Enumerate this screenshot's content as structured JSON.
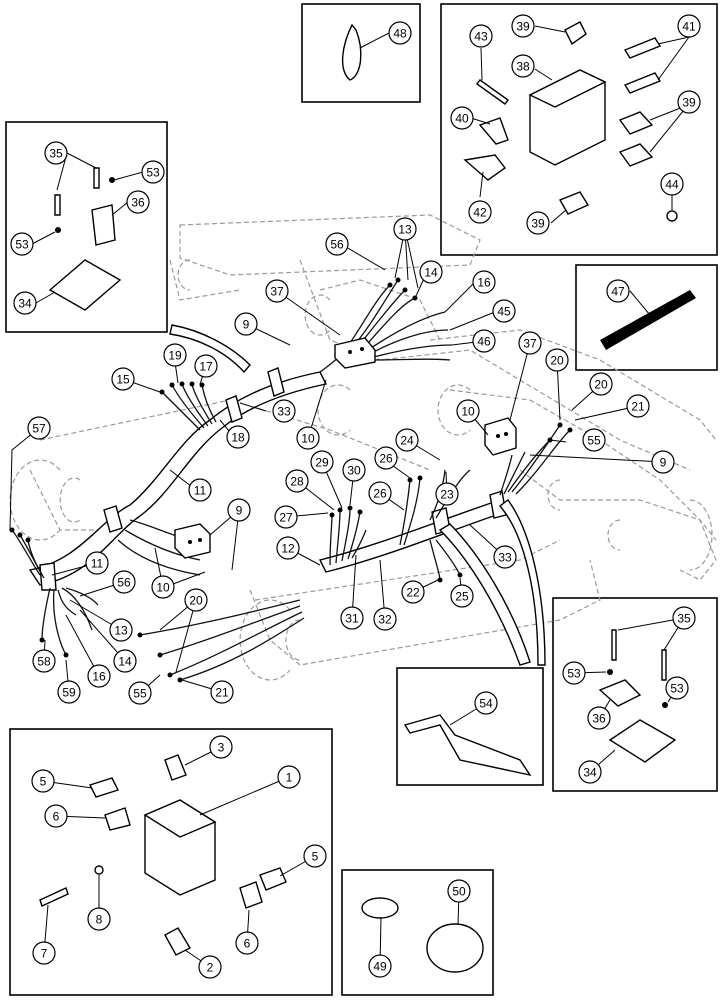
{
  "callouts": [
    {
      "id": "c48",
      "label": "48"
    },
    {
      "id": "c43",
      "label": "43"
    },
    {
      "id": "c39a",
      "label": "39"
    },
    {
      "id": "c41",
      "label": "41"
    },
    {
      "id": "c38",
      "label": "38"
    },
    {
      "id": "c40",
      "label": "40"
    },
    {
      "id": "c39b",
      "label": "39"
    },
    {
      "id": "c42",
      "label": "42"
    },
    {
      "id": "c39c",
      "label": "39"
    },
    {
      "id": "c44",
      "label": "44"
    },
    {
      "id": "c35a",
      "label": "35"
    },
    {
      "id": "c53a",
      "label": "53"
    },
    {
      "id": "c36a",
      "label": "36"
    },
    {
      "id": "c53b",
      "label": "53"
    },
    {
      "id": "c34a",
      "label": "34"
    },
    {
      "id": "c47",
      "label": "47"
    },
    {
      "id": "c56a",
      "label": "56"
    },
    {
      "id": "c13a",
      "label": "13"
    },
    {
      "id": "c14a",
      "label": "14"
    },
    {
      "id": "c16a",
      "label": "16"
    },
    {
      "id": "c45",
      "label": "45"
    },
    {
      "id": "c46",
      "label": "46"
    },
    {
      "id": "c37a",
      "label": "37"
    },
    {
      "id": "c9a",
      "label": "9"
    },
    {
      "id": "c10a",
      "label": "10"
    },
    {
      "id": "c33a",
      "label": "33"
    },
    {
      "id": "c18",
      "label": "18"
    },
    {
      "id": "c19",
      "label": "19"
    },
    {
      "id": "c17",
      "label": "17"
    },
    {
      "id": "c15",
      "label": "15"
    },
    {
      "id": "c57",
      "label": "57"
    },
    {
      "id": "c11a",
      "label": "11"
    },
    {
      "id": "c9b",
      "label": "9"
    },
    {
      "id": "c10b",
      "label": "10"
    },
    {
      "id": "c11b",
      "label": "11"
    },
    {
      "id": "c56b",
      "label": "56"
    },
    {
      "id": "c13b",
      "label": "13"
    },
    {
      "id": "c14b",
      "label": "14"
    },
    {
      "id": "c16b",
      "label": "16"
    },
    {
      "id": "c58",
      "label": "58"
    },
    {
      "id": "c59",
      "label": "59"
    },
    {
      "id": "c20a",
      "label": "20"
    },
    {
      "id": "c55a",
      "label": "55"
    },
    {
      "id": "c21a",
      "label": "21"
    },
    {
      "id": "c12",
      "label": "12"
    },
    {
      "id": "c27",
      "label": "27"
    },
    {
      "id": "c28",
      "label": "28"
    },
    {
      "id": "c29",
      "label": "29"
    },
    {
      "id": "c30",
      "label": "30"
    },
    {
      "id": "c31",
      "label": "31"
    },
    {
      "id": "c32",
      "label": "32"
    },
    {
      "id": "c26a",
      "label": "26"
    },
    {
      "id": "c26b",
      "label": "26"
    },
    {
      "id": "c22",
      "label": "22"
    },
    {
      "id": "c25",
      "label": "25"
    },
    {
      "id": "c23",
      "label": "23"
    },
    {
      "id": "c24",
      "label": "24"
    },
    {
      "id": "c33b",
      "label": "33"
    },
    {
      "id": "c37b",
      "label": "37"
    },
    {
      "id": "c10c",
      "label": "10"
    },
    {
      "id": "c9c",
      "label": "9"
    },
    {
      "id": "c20b",
      "label": "20"
    },
    {
      "id": "c20c",
      "label": "20"
    },
    {
      "id": "c21b",
      "label": "21"
    },
    {
      "id": "c55b",
      "label": "55"
    },
    {
      "id": "c35b",
      "label": "35"
    },
    {
      "id": "c53c",
      "label": "53"
    },
    {
      "id": "c53d",
      "label": "53"
    },
    {
      "id": "c36b",
      "label": "36"
    },
    {
      "id": "c34b",
      "label": "34"
    },
    {
      "id": "c54",
      "label": "54"
    },
    {
      "id": "c3",
      "label": "3"
    },
    {
      "id": "c1",
      "label": "1"
    },
    {
      "id": "c5a",
      "label": "5"
    },
    {
      "id": "c6a",
      "label": "6"
    },
    {
      "id": "c5b",
      "label": "5"
    },
    {
      "id": "c8",
      "label": "8"
    },
    {
      "id": "c7",
      "label": "7"
    },
    {
      "id": "c6b",
      "label": "6"
    },
    {
      "id": "c2",
      "label": "2"
    },
    {
      "id": "c50",
      "label": "50"
    },
    {
      "id": "c49",
      "label": "49"
    }
  ]
}
